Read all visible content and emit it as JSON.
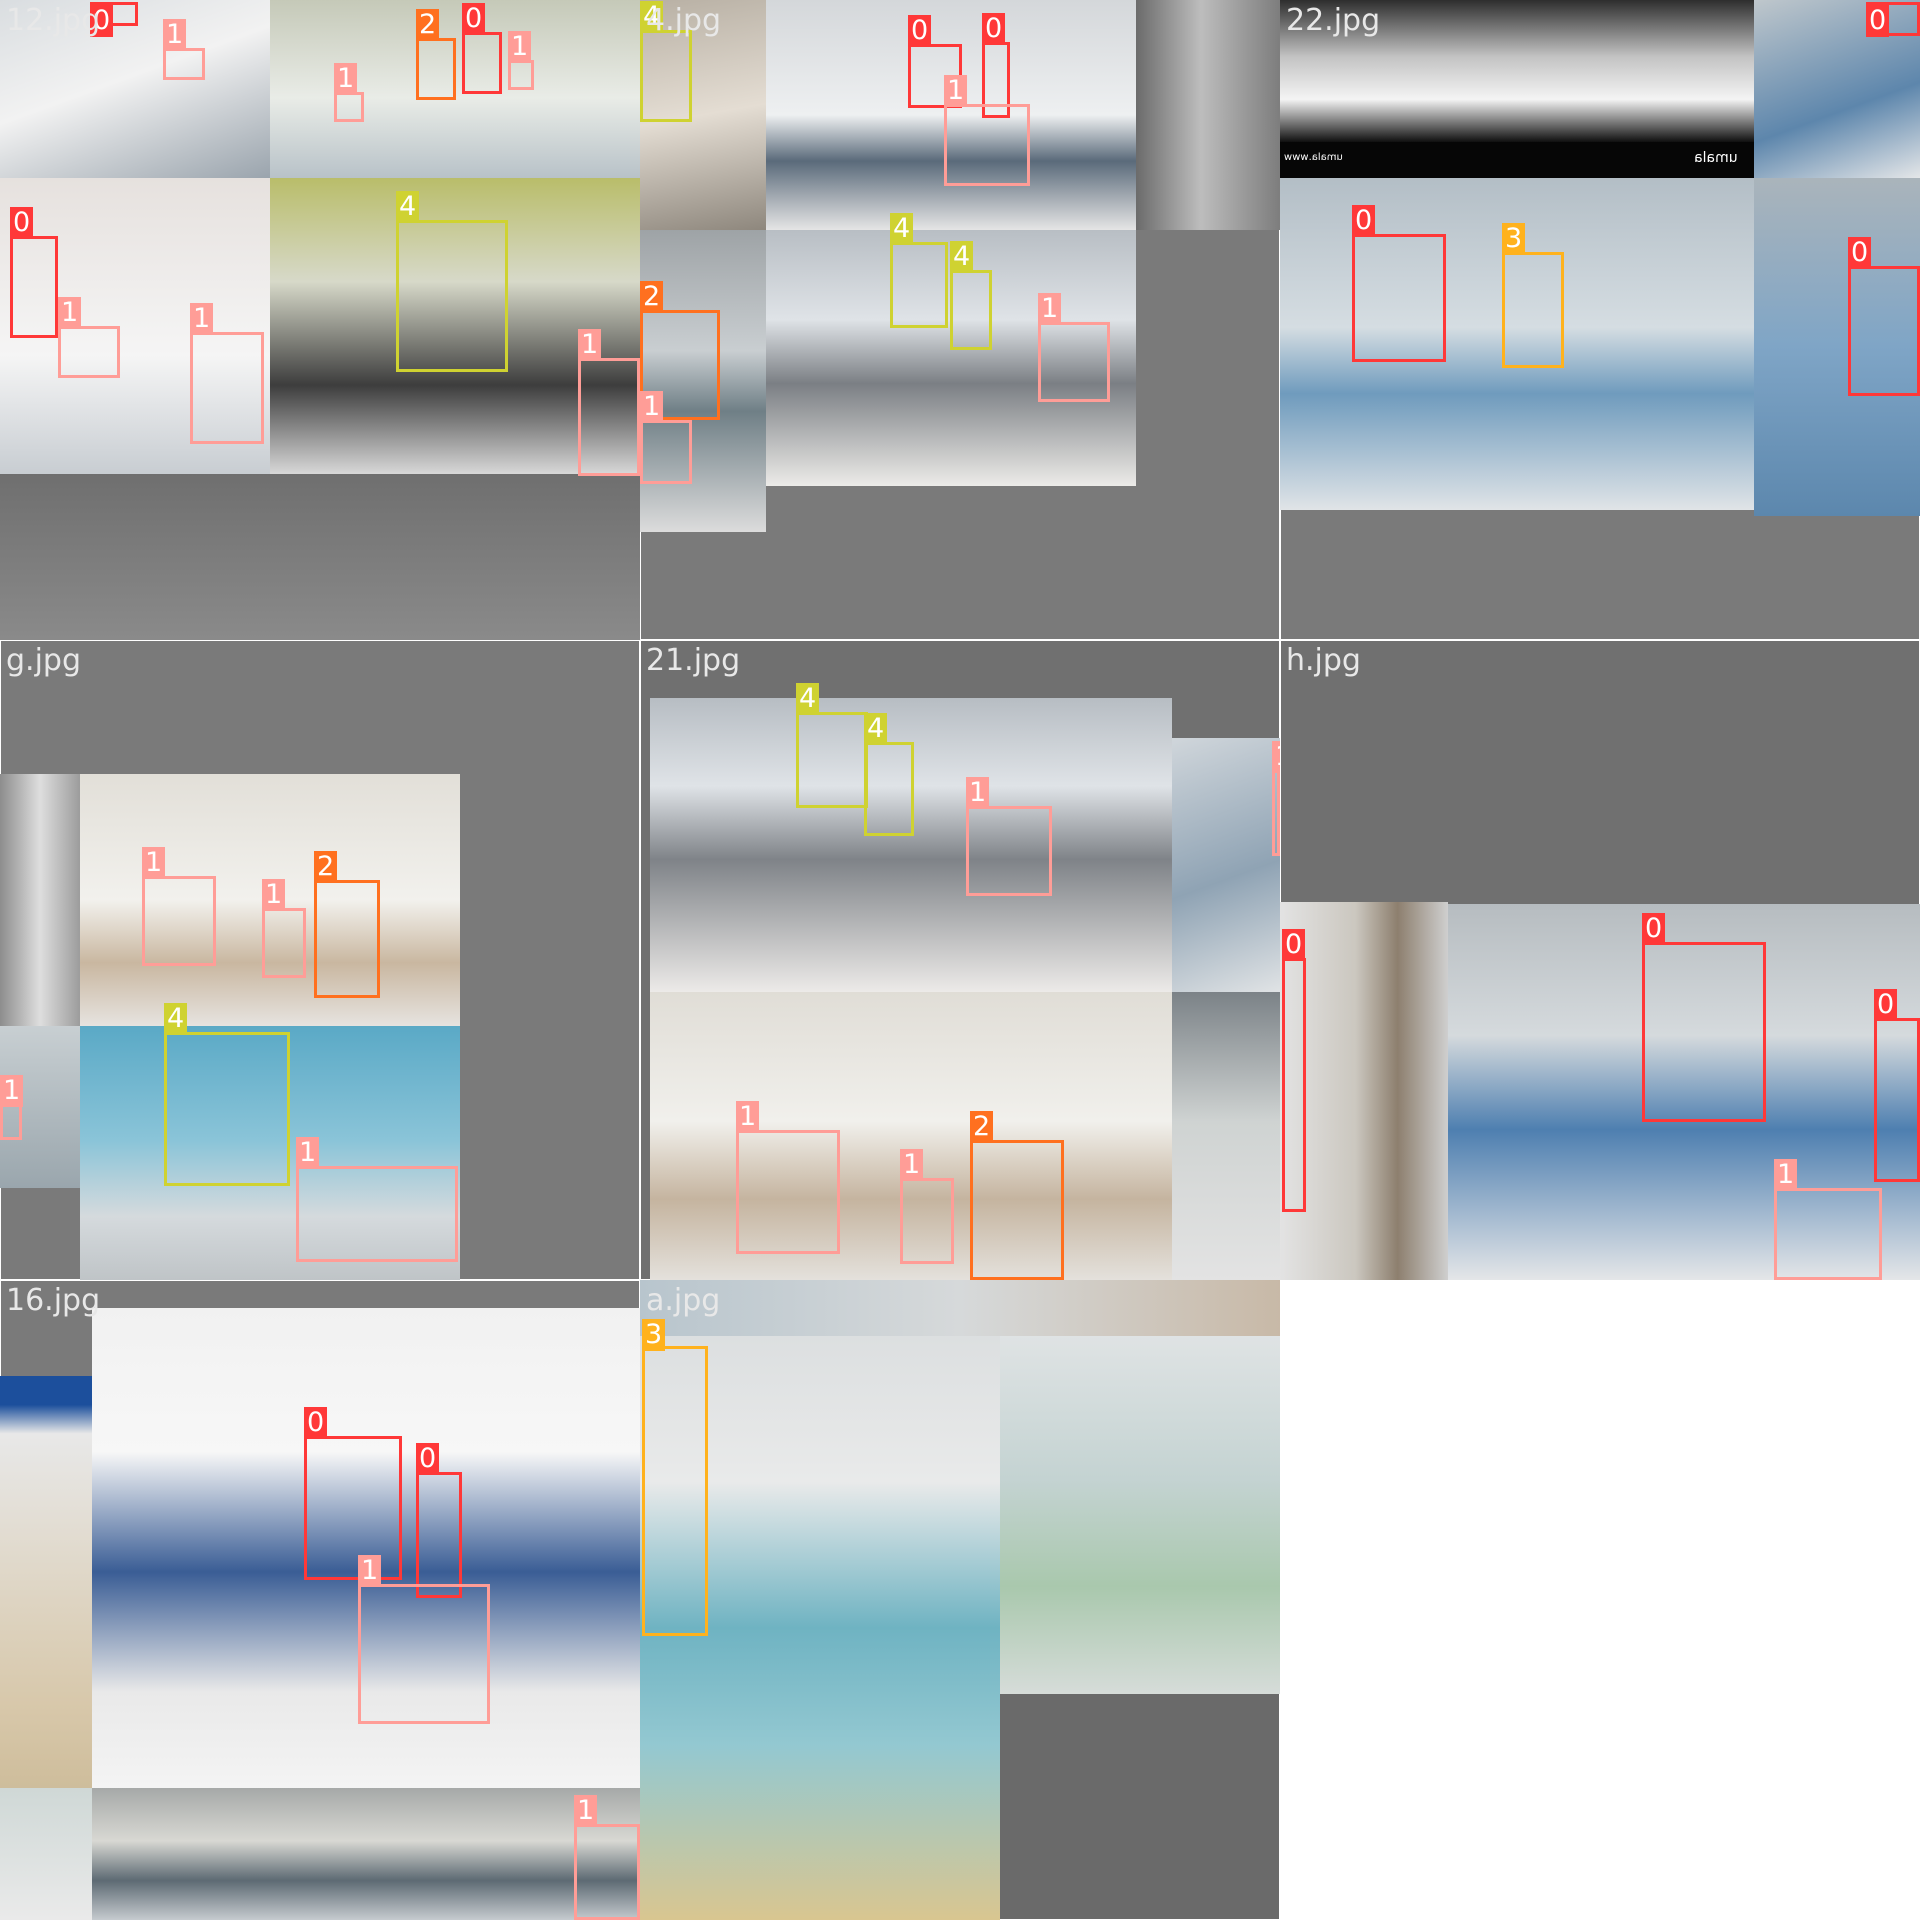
{
  "tiles": [
    {
      "name": "12.jpg"
    },
    {
      "name": "4.jpg"
    },
    {
      "name": "22.jpg"
    },
    {
      "name": "g.jpg"
    },
    {
      "name": "21.jpg"
    },
    {
      "name": "h.jpg"
    },
    {
      "name": "16.jpg"
    },
    {
      "name": "a.jpg"
    }
  ],
  "class_labels": {
    "c0": "0",
    "c1": "1",
    "c2": "2",
    "c3": "3",
    "c4": "4"
  },
  "watermark": {
    "text": "umala",
    "caption": "umala.www"
  },
  "colors": {
    "class_0": "#ff3838",
    "class_1": "#ff9d97",
    "class_2": "#ff701f",
    "class_3": "#ffb21d",
    "class_4": "#cfd231",
    "tile_background": "#7a7a7a"
  }
}
